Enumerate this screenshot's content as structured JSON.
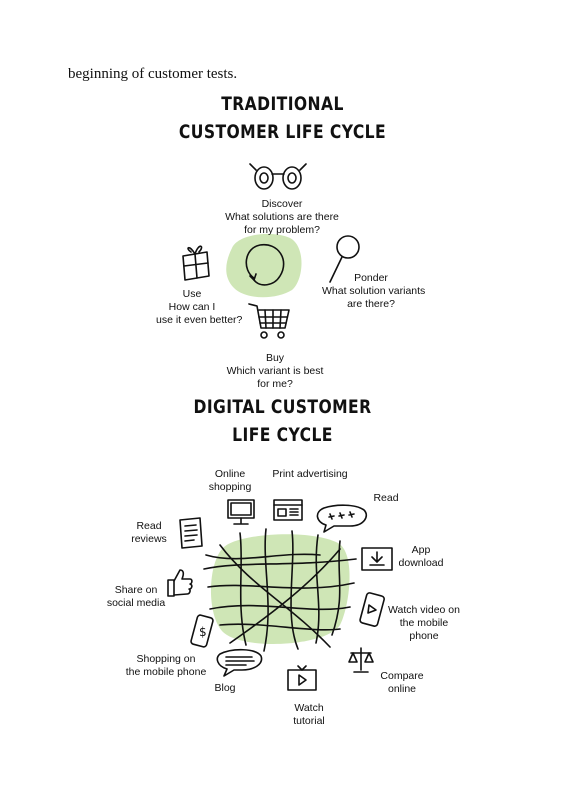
{
  "intro_text": "beginning of customer tests.",
  "traditional": {
    "title_line1": "TRADITIONAL",
    "title_line2": "CUSTOMER LIFE CYCLE",
    "discover": {
      "heading": "Discover",
      "line1": "What solutions are there",
      "line2": "for my problem?"
    },
    "ponder": {
      "heading": "Ponder",
      "line1": "What solution variants",
      "line2": "are there?"
    },
    "buy": {
      "heading": "Buy",
      "line1": "Which variant is best",
      "line2": "for me?"
    },
    "use": {
      "heading": "Use",
      "line1": "How can I",
      "line2": "use it even better?"
    }
  },
  "digital": {
    "title_line1": "DIGITAL CUSTOMER",
    "title_line2": "LIFE CYCLE",
    "online_shopping": {
      "line1": "Online",
      "line2": "shopping"
    },
    "print_advertising": {
      "line1": "Print advertising"
    },
    "read": {
      "line1": "Read"
    },
    "read_reviews": {
      "line1": "Read",
      "line2": "reviews"
    },
    "app_download": {
      "line1": "App",
      "line2": "download"
    },
    "share_social": {
      "line1": "Share on",
      "line2": "social media"
    },
    "watch_video": {
      "line1": "Watch video on",
      "line2": "the mobile",
      "line3": "phone"
    },
    "shopping_mobile": {
      "line1": "Shopping on",
      "line2": "the mobile phone"
    },
    "compare_online": {
      "line1": "Compare",
      "line2": "online"
    },
    "blog": {
      "line1": "Blog"
    },
    "watch_tutorial": {
      "line1": "Watch",
      "line2": "tutorial"
    }
  },
  "colors": {
    "blob_green": "#cfe6b6",
    "ink": "#111111"
  }
}
